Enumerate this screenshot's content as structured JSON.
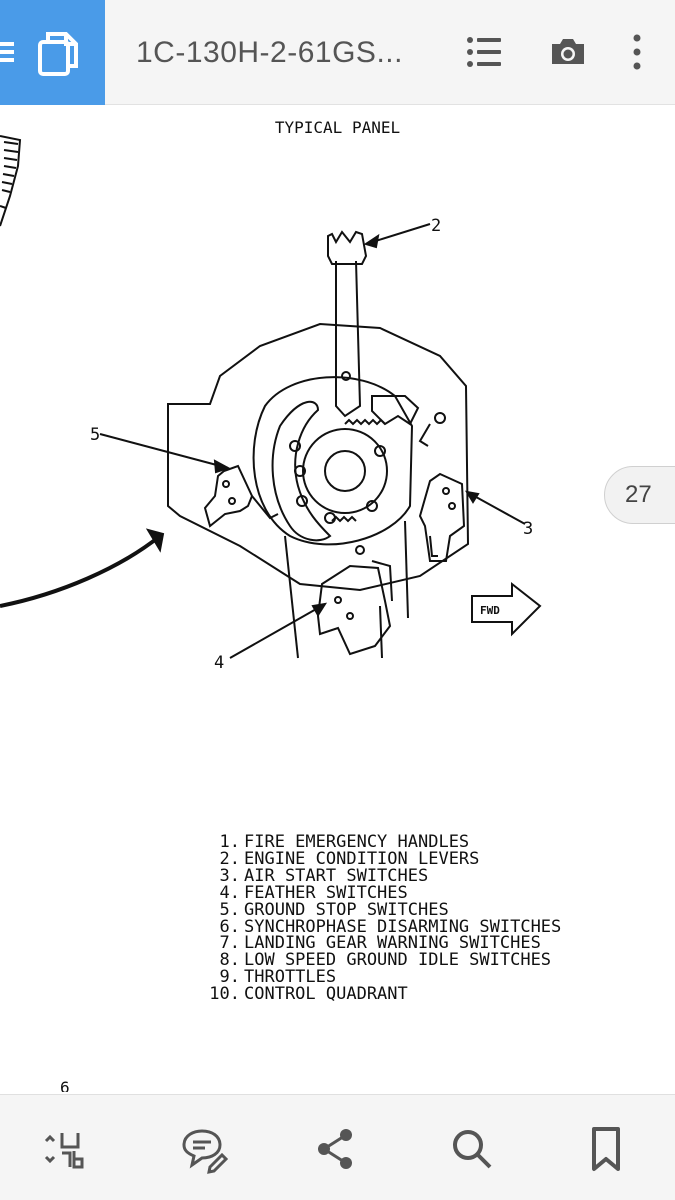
{
  "appbar": {
    "title": "1C-130H-2-61GS...",
    "icons": [
      "menu-icon",
      "document-icon",
      "outline-list-icon",
      "camera-icon",
      "more-vertical-icon"
    ],
    "accent_color": "#4a9be8"
  },
  "document": {
    "panel_title": "TYPICAL PANEL",
    "callouts": [
      "2",
      "5",
      "3",
      "4"
    ],
    "fwd_label": "FWD",
    "legend": [
      {
        "num": "1.",
        "text": "FIRE EMERGENCY HANDLES"
      },
      {
        "num": "2.",
        "text": "ENGINE CONDITION LEVERS"
      },
      {
        "num": "3.",
        "text": "AIR START SWITCHES"
      },
      {
        "num": "4.",
        "text": "FEATHER SWITCHES"
      },
      {
        "num": "5.",
        "text": "GROUND STOP SWITCHES"
      },
      {
        "num": "6.",
        "text": "SYNCHROPHASE DISARMING SWITCHES"
      },
      {
        "num": "7.",
        "text": "LANDING GEAR WARNING SWITCHES"
      },
      {
        "num": "8.",
        "text": "LOW SPEED GROUND IDLE SWITCHES"
      },
      {
        "num": "9.",
        "text": "THROTTLES"
      },
      {
        "num": "10.",
        "text": "CONTROL QUADRANT"
      }
    ],
    "footer_number": "6"
  },
  "page_indicator": "27",
  "bottombar": {
    "icons": [
      "reflow-mode-icon",
      "comment-edit-icon",
      "share-icon",
      "search-icon",
      "bookmark-icon"
    ]
  }
}
